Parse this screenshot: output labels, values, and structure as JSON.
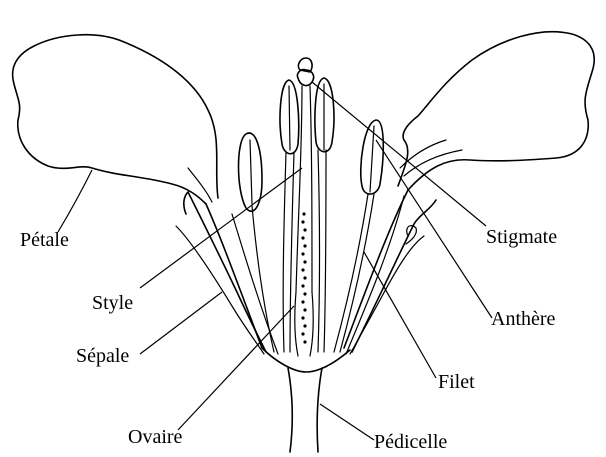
{
  "labels": {
    "petale": "Pétale",
    "style": "Style",
    "sepale": "Sépale",
    "ovaire": "Ovaire",
    "stigmate": "Stigmate",
    "anthere": "Anthère",
    "filet": "Filet",
    "pedicelle": "Pédicelle"
  },
  "colors": {
    "ink": "#000000",
    "background": "#ffffff"
  }
}
